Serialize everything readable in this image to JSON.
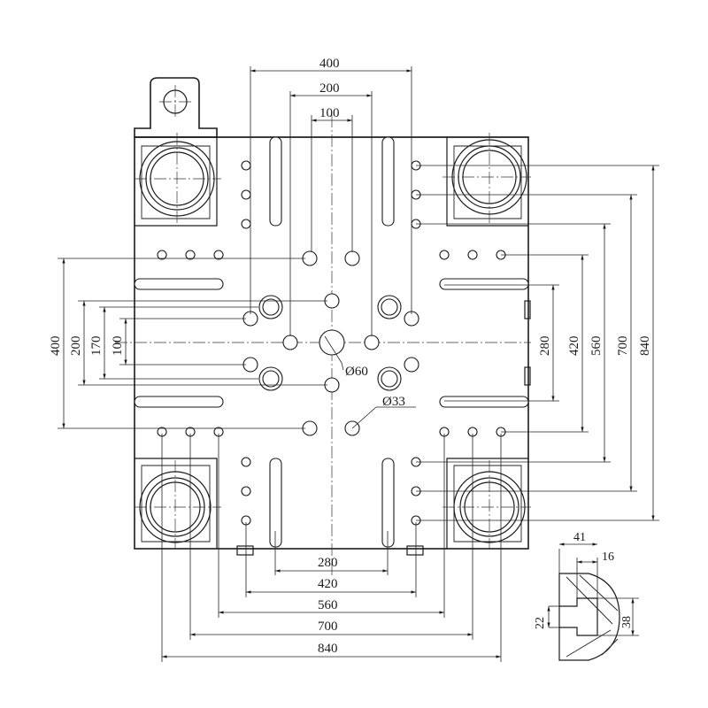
{
  "dimensions": {
    "top_400": "400",
    "top_200": "200",
    "top_100": "100",
    "left_400": "400",
    "left_200": "200",
    "left_170": "170",
    "left_100": "100",
    "right_280": "280",
    "right_420": "420",
    "right_560": "560",
    "right_700": "700",
    "right_840": "840",
    "bottom_280": "280",
    "bottom_420": "420",
    "bottom_560": "560",
    "bottom_700": "700",
    "bottom_840": "840",
    "dia_60": "Ø60",
    "dia_33": "Ø33",
    "detail_41": "41",
    "detail_16": "16",
    "detail_22": "22",
    "detail_38": "38"
  }
}
